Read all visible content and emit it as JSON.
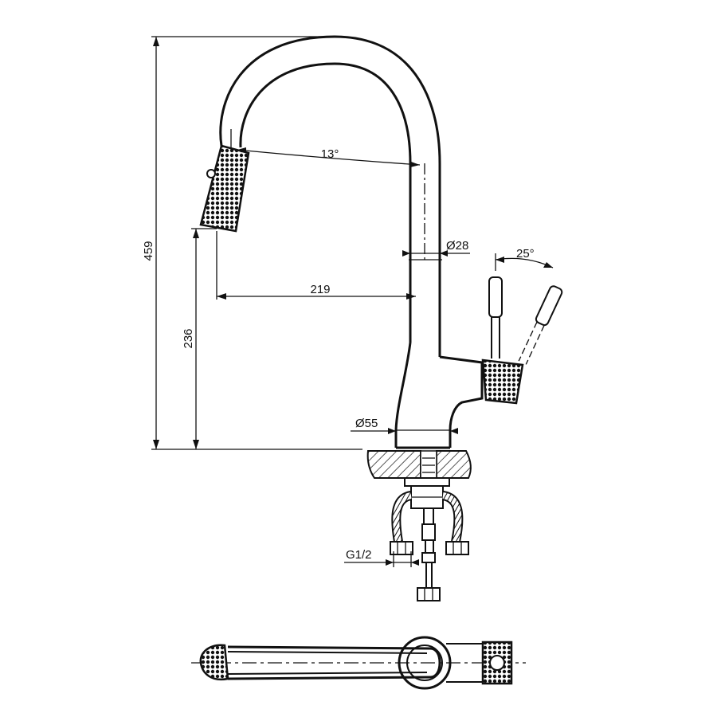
{
  "dimensions": {
    "total_height": "459",
    "spout_height": "236",
    "spout_reach": "219",
    "spout_angle": "13°",
    "spout_diameter": "Ø28",
    "handle_angle": "25°",
    "base_diameter": "Ø55",
    "inlet_thread": "G1/2"
  },
  "colors": {
    "line": "#111111",
    "background": "#ffffff"
  }
}
